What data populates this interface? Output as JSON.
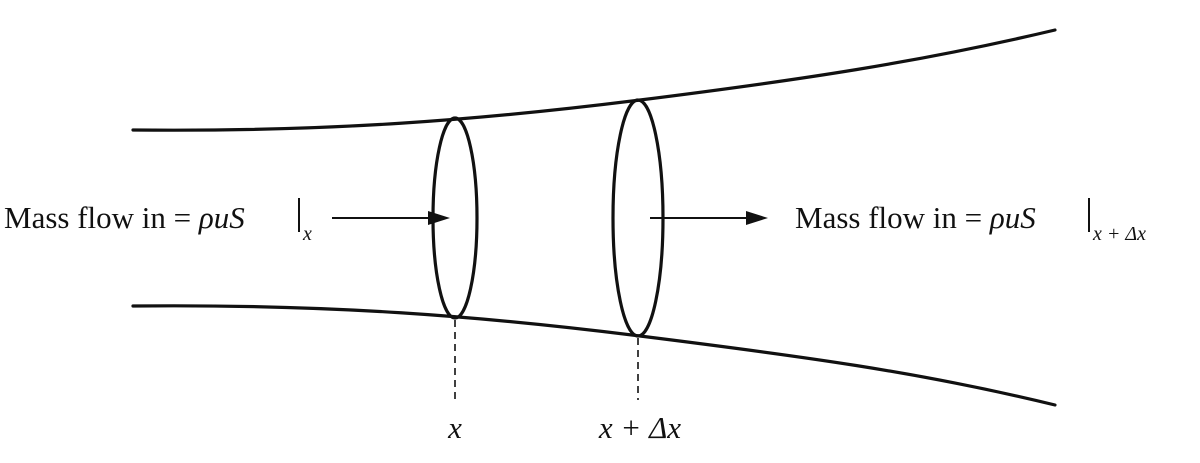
{
  "inflow": {
    "text": "Mass flow in = ",
    "symbol": "ρuS",
    "subscript": "x"
  },
  "outflow": {
    "text": "Mass flow in = ",
    "symbol": "ρuS",
    "subscript": "x + Δx"
  },
  "section_labels": {
    "left": "x",
    "right": "x + Δx"
  }
}
